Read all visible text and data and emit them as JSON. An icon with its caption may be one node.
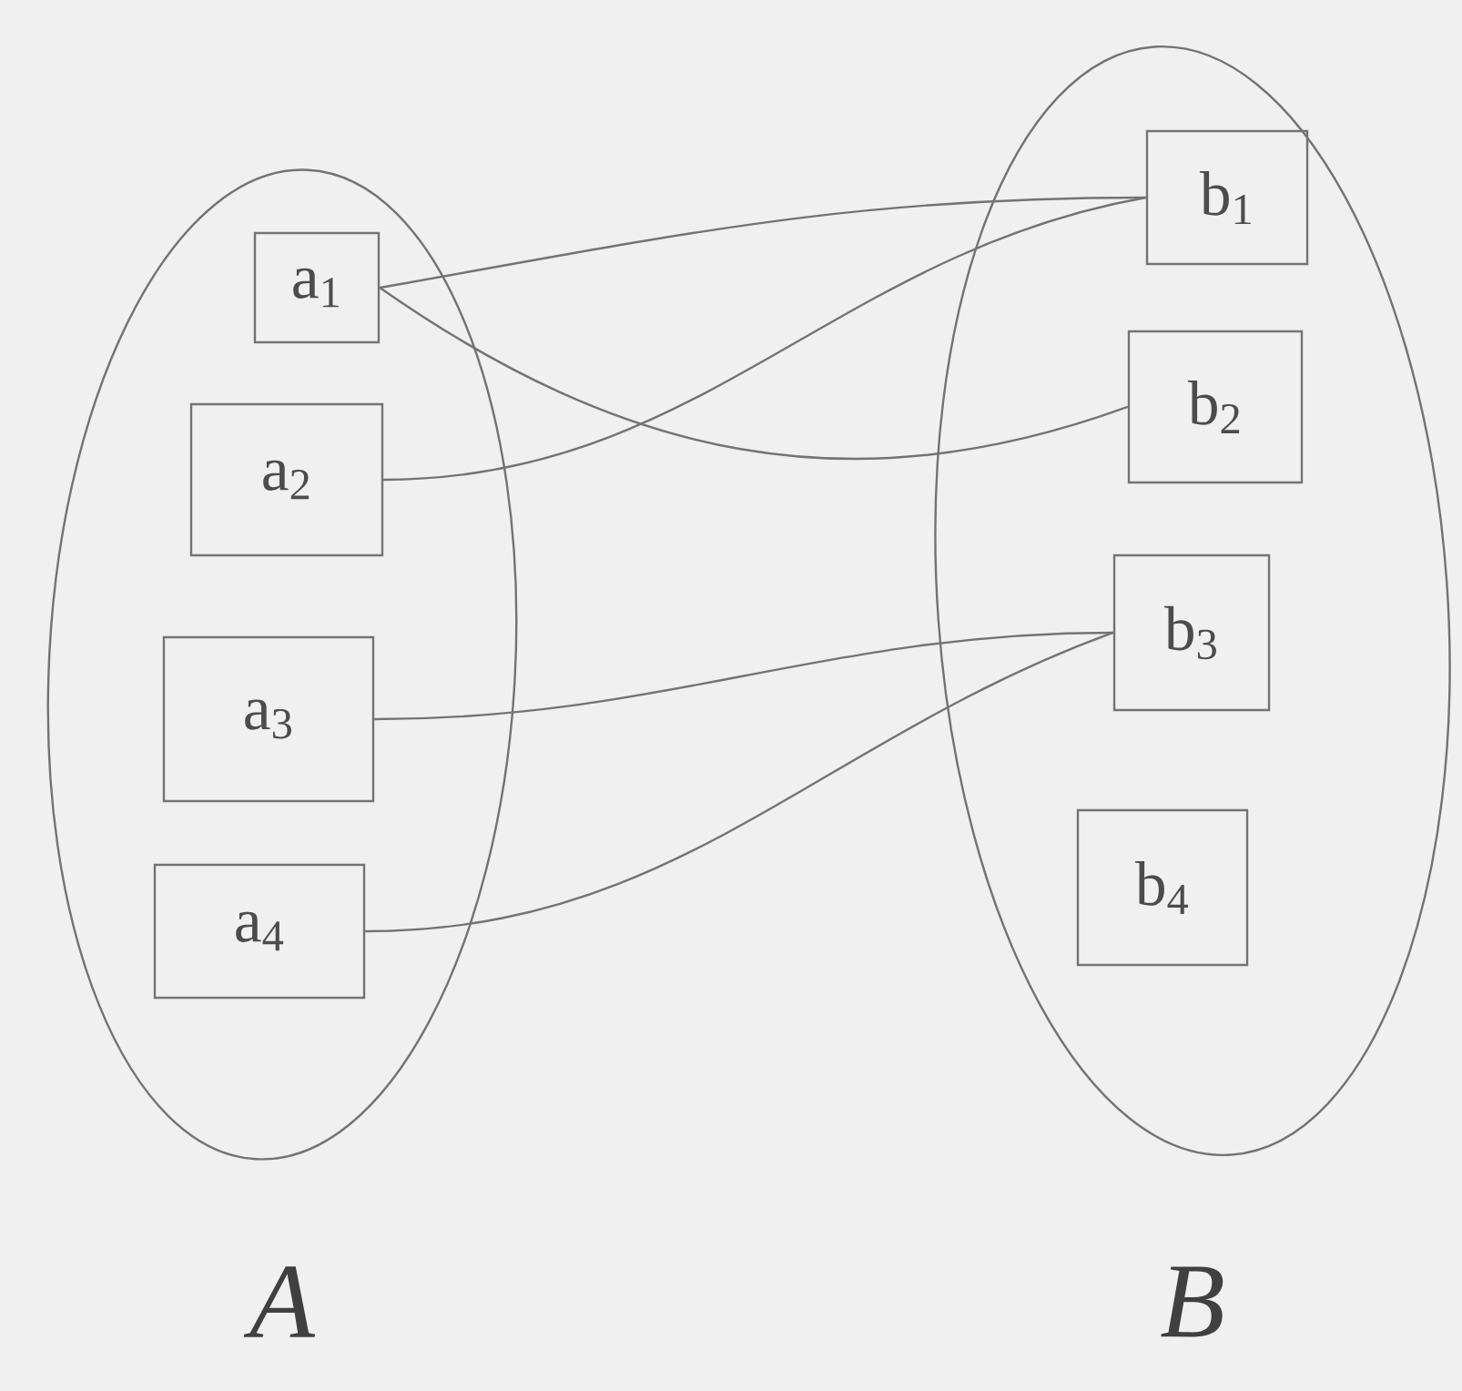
{
  "diagram": {
    "nodes": [
      {
        "text": [
          "A"
        ]
      },
      {
        "text": [
          "a$_{1}$"
        ],
        "in": 0
      },
      {
        "text": [
          "a$_{2}$"
        ],
        "in": 0
      },
      {
        "text": [
          "a$_{3}$"
        ],
        "in": 0
      },
      {
        "text": [
          "a$_{4}$"
        ],
        "in": 0
      },
      {
        "text": [
          "B"
        ]
      },
      {
        "text": [
          "b$_{1}$"
        ],
        "in": 5
      },
      {
        "text": [
          "b$_{2}$"
        ],
        "in": 5
      },
      {
        "text": [
          "b$_{3}$"
        ],
        "in": 5
      },
      {
        "text": [
          "b$_{4}$"
        ],
        "in": 5
      }
    ],
    "edges": [
      {
        "from": 1,
        "to": 6,
        "arrow": "none"
      },
      {
        "from": 1,
        "to": 7,
        "arrow": "none"
      },
      {
        "from": 2,
        "to": 6,
        "arrow": "none"
      },
      {
        "from": 3,
        "to": 8,
        "arrow": "none"
      },
      {
        "from": 4,
        "to": 8,
        "arrow": "none"
      }
    ]
  }
}
